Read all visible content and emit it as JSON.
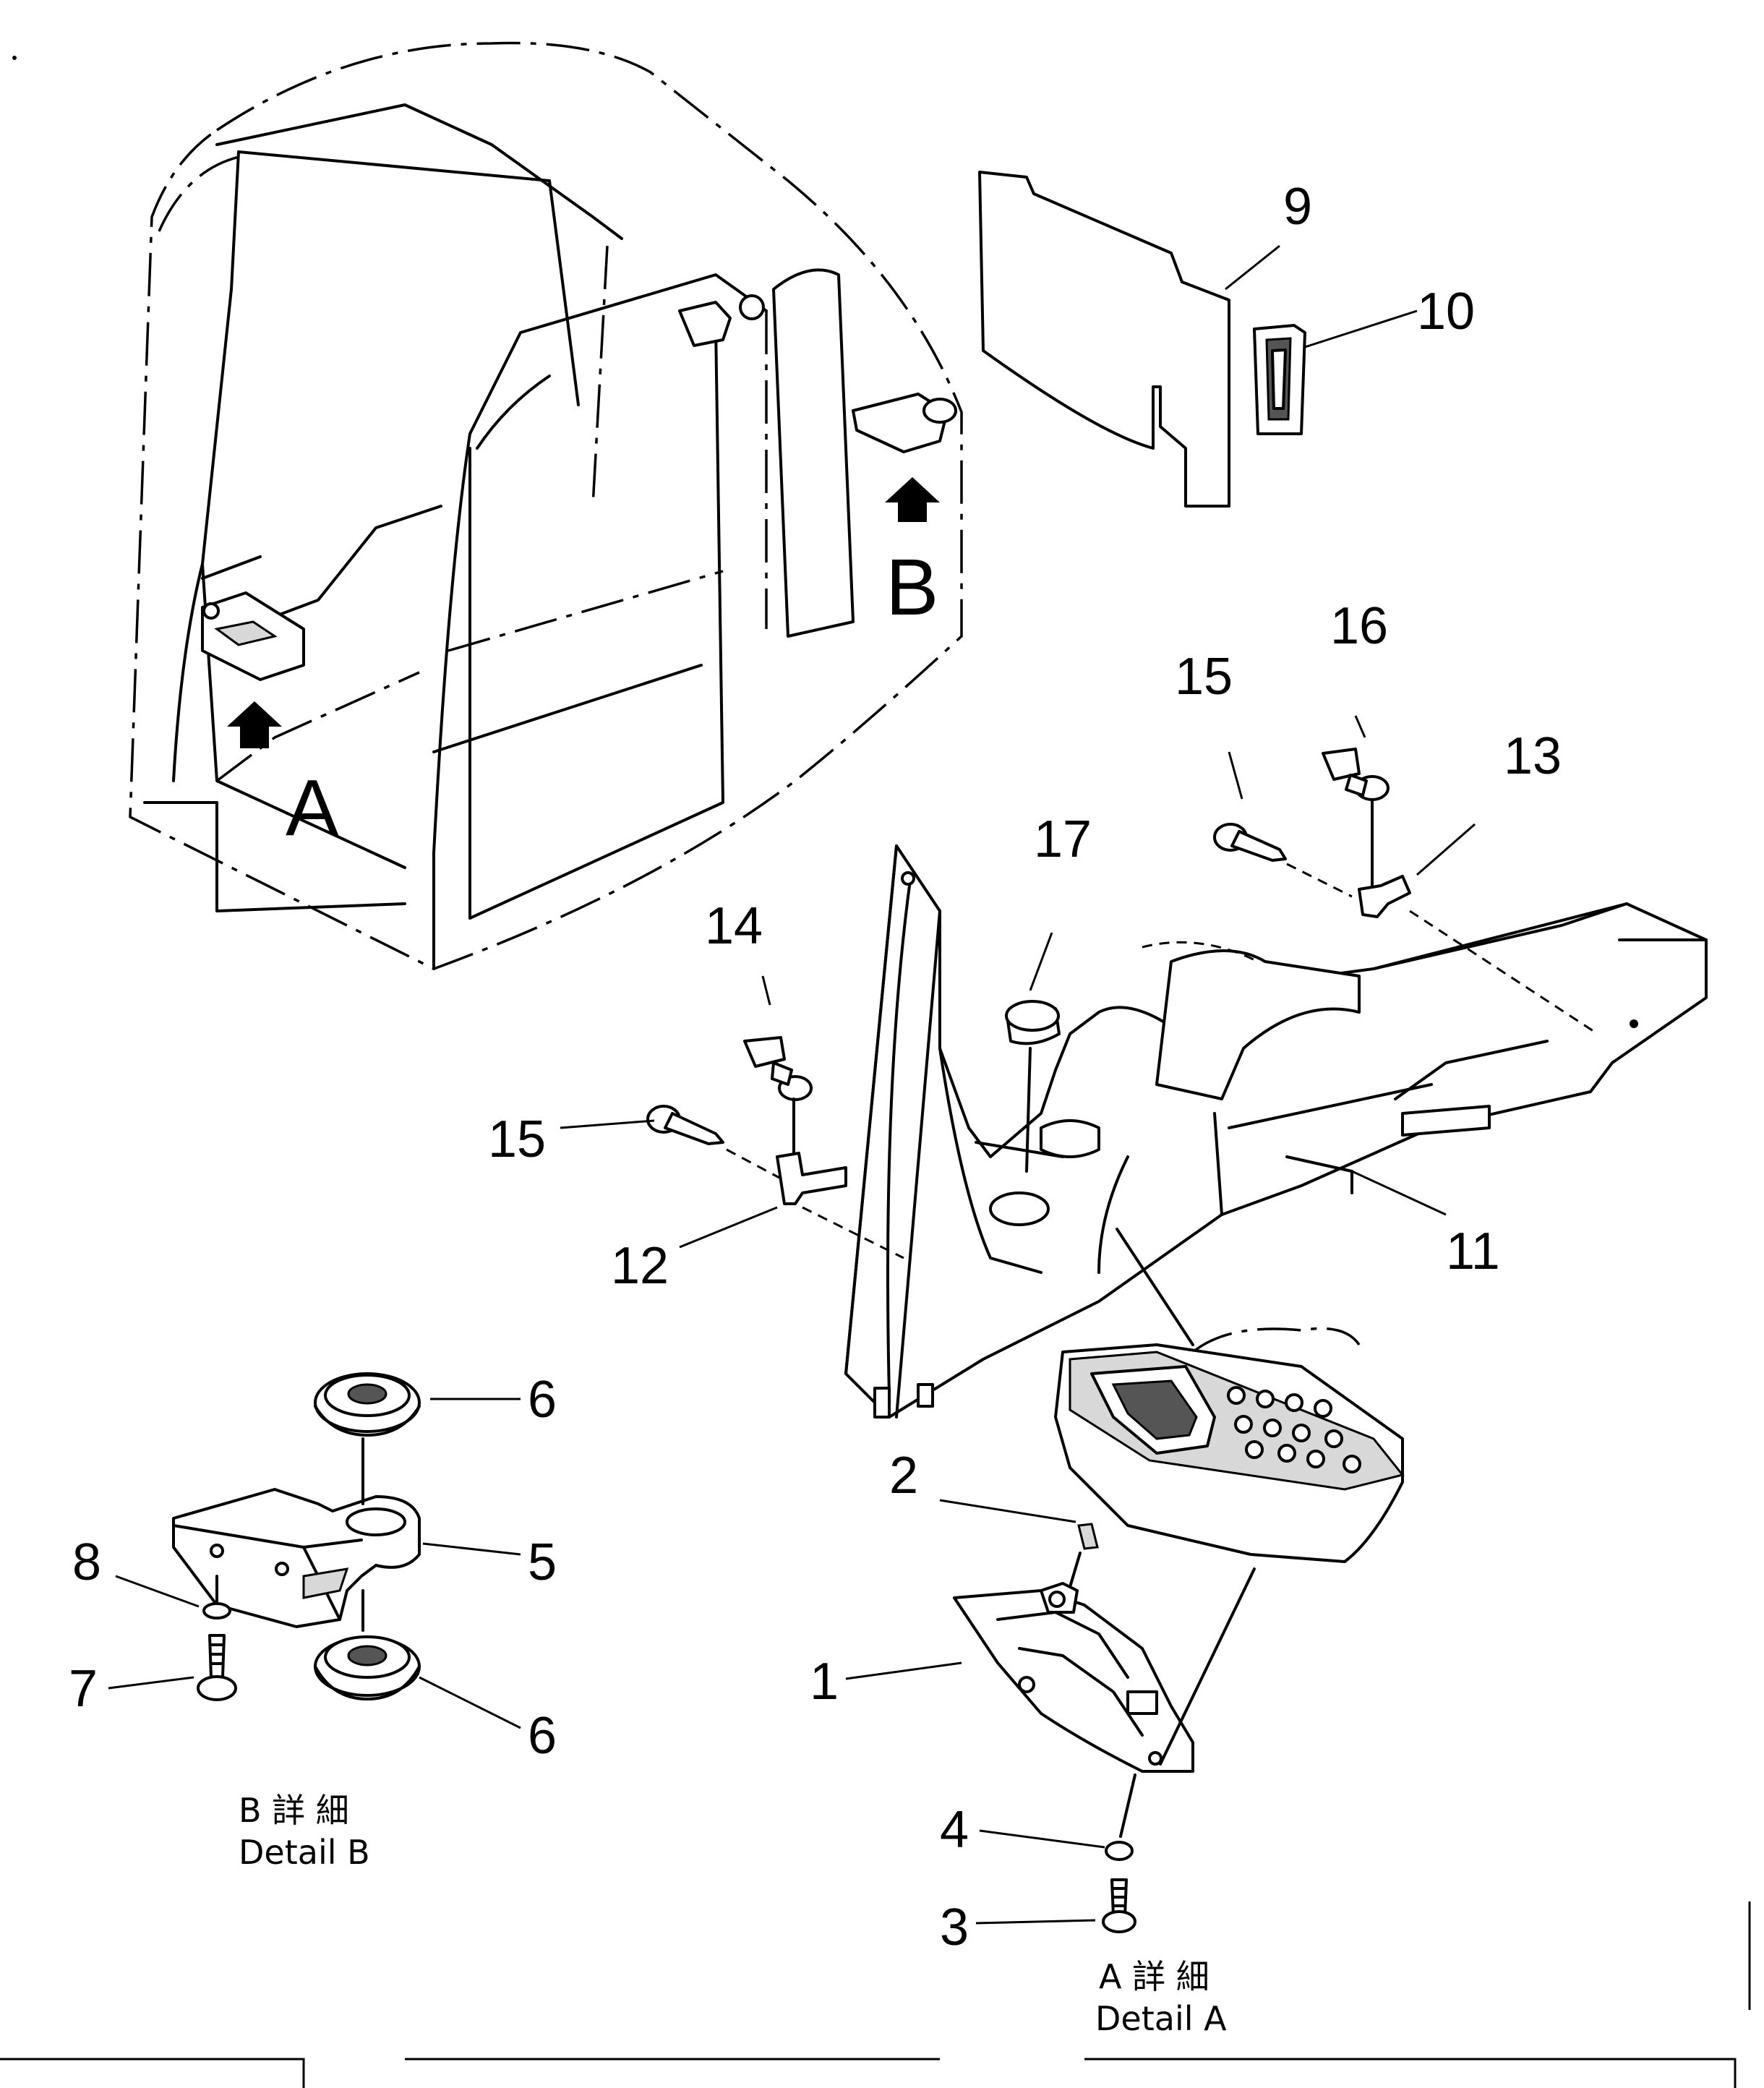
{
  "callouts": {
    "n1": "1",
    "n2": "2",
    "n3": "3",
    "n4": "4",
    "n5": "5",
    "n6a": "6",
    "n6b": "6",
    "n7": "7",
    "n8": "8",
    "n9": "9",
    "n10": "10",
    "n11": "11",
    "n12": "12",
    "n13": "13",
    "n14": "14",
    "n15a": "15",
    "n15b": "15",
    "n16": "16",
    "n17": "17"
  },
  "view_markers": {
    "a": "A",
    "b": "B"
  },
  "detail_a": {
    "jp": "A 詳 細",
    "en": "Detail A"
  },
  "detail_b": {
    "jp": "B 詳 細",
    "en": "Detail B"
  }
}
